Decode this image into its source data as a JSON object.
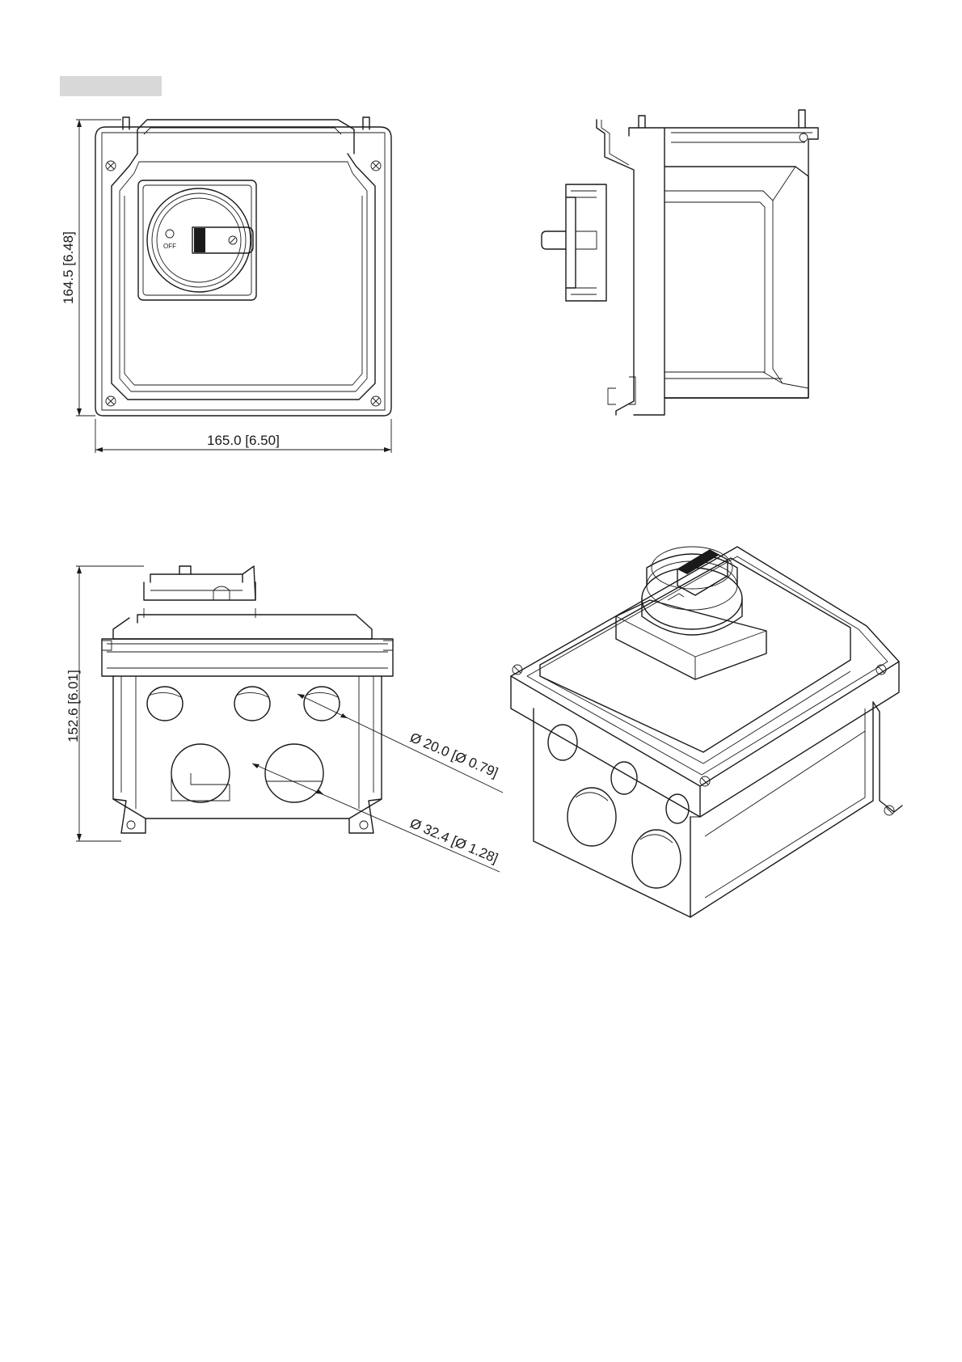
{
  "header": {
    "title_block": ""
  },
  "front_view": {
    "width_dim": "165.0 [6.50]",
    "height_dim": "164.5 [6.48]",
    "switch_label": "OFF"
  },
  "bottom_view": {
    "height_dim": "152.6 [6.01]",
    "hole_small_dim": "Ø 20.0 [Ø 0.79]",
    "hole_large_dim": "Ø 32.4 [Ø 1.28]"
  },
  "colors": {
    "line": "#1a1a1a",
    "title_bar": "#d8d8d8",
    "background": "#ffffff"
  }
}
